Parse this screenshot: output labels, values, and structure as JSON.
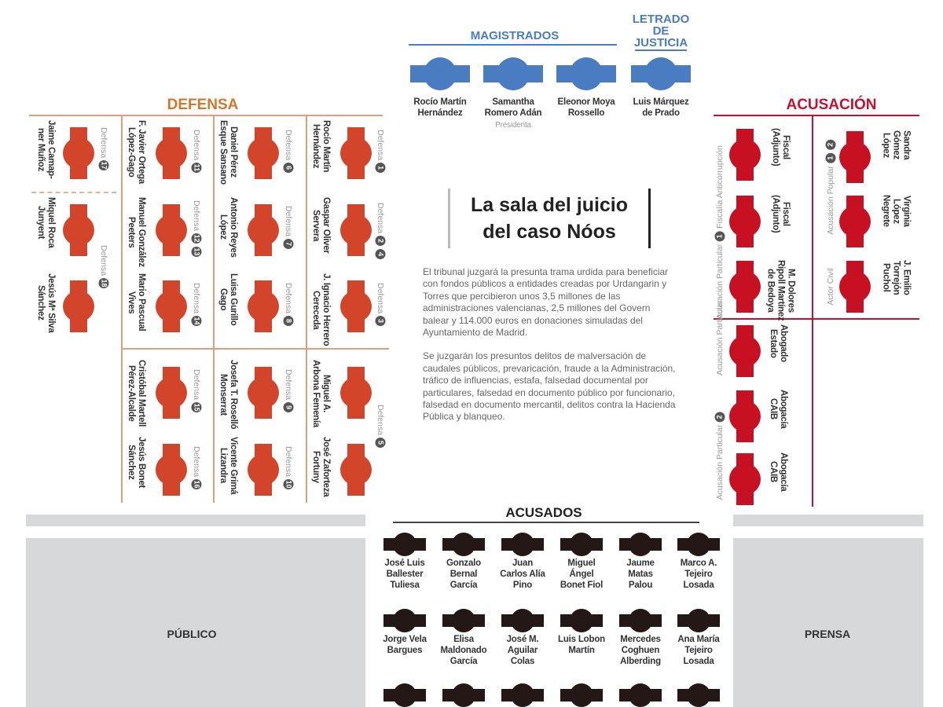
{
  "colors": {
    "defense": "#d2452b",
    "accusation": "#c81023",
    "magistrates": "#4a7cc2",
    "accused": "#231815",
    "defense_title": "#d4772c",
    "accusation_title": "#c8102e",
    "magistrates_title": "#4a7cc2"
  },
  "magistrates": {
    "title": "MAGISTRADOS",
    "letrado_title": "LETRADO\nDE\nJUSTICIA",
    "seats": [
      {
        "name": "Rocío Martín\nHernández"
      },
      {
        "name": "Samantha\nRomero Adán",
        "role": "Presidenta"
      },
      {
        "name": "Eleonor Moya\nRossello"
      },
      {
        "name": "Luis Márquez\nde Prado"
      }
    ]
  },
  "defense": {
    "title": "DEFENSA",
    "seats": [
      {
        "name": "Rocío Martín\nHernández"
      },
      {
        "name": "Gaspar Oliver\nServera"
      },
      {
        "name": "J. Ignacio Herrero\nCereceda"
      },
      {
        "name": "Miguel A.\nArbona Femenía"
      },
      {
        "name": "José Zaforteza\nFortuny"
      },
      {
        "name": "Daniel Pérez\nEsque Sansano"
      },
      {
        "name": "Antonio Reyes\nLópez"
      },
      {
        "name": "Luisa Gurillo\nGago"
      },
      {
        "name": "Josefa T. Roselló\nMonserrat"
      },
      {
        "name": "Vicente Grimá\nLizandra"
      },
      {
        "name": "F. Javier Ortega\nLópez-Gago"
      },
      {
        "name": "Manuel González\nPeeters"
      },
      {
        "name": "Mario Pascual\nVives"
      },
      {
        "name": "Cristóbal Martell\nPérez-Alcalde"
      },
      {
        "name": "Jesús Bonet\nSánchez"
      },
      {
        "name": "Jaime Camap-\nner Muñoz"
      },
      {
        "name": "Miquel Roca\nJunyent"
      },
      {
        "name": "Jesús Mª Silva\nSánchez"
      }
    ],
    "labels": [
      {
        "text": "Defensa",
        "badges": [
          "1"
        ]
      },
      {
        "text": "Defensa",
        "badges": [
          "2",
          "4"
        ]
      },
      {
        "text": "Defensa",
        "badges": [
          "3"
        ]
      },
      {
        "text": "Defensa",
        "badges": [
          "5"
        ]
      },
      {
        "text": "Defensa",
        "badges": [
          "6"
        ]
      },
      {
        "text": "Defensa",
        "badges": [
          "7"
        ]
      },
      {
        "text": "Defensa",
        "badges": [
          "8"
        ]
      },
      {
        "text": "Defensa",
        "badges": [
          "9"
        ]
      },
      {
        "text": "Defensa",
        "badges": [
          "10"
        ]
      },
      {
        "text": "Defensa",
        "badges": [
          "11"
        ]
      },
      {
        "text": "Defensa",
        "badges": [
          "12",
          "13"
        ]
      },
      {
        "text": "Defensa",
        "badges": [
          "14"
        ]
      },
      {
        "text": "Defensa",
        "badges": [
          "15"
        ]
      },
      {
        "text": "Defensa",
        "badges": [
          "16"
        ]
      },
      {
        "text": "Defensa",
        "badges": [
          "17"
        ]
      },
      {
        "text": "Defensa",
        "badges": [
          "18"
        ]
      }
    ]
  },
  "accusation": {
    "title": "ACUSACIÓN",
    "seats": [
      {
        "name": "Fiscal\n(Adjunto)"
      },
      {
        "name": "Fiscal\n(Adjunto)"
      },
      {
        "name": "M. Dolores\nRipoll Martínez\nde Bedoya"
      },
      {
        "name": "Abogado\nEstado"
      },
      {
        "name": "Abogacía\nCAIB"
      },
      {
        "name": "Abogacía\nCAIB"
      },
      {
        "name": "Sandra\nGómez\nLópez"
      },
      {
        "name": "Virginia\nLópez\nNegrete"
      },
      {
        "name": "J. Emilio\nTorrejón\nPuchol"
      }
    ],
    "labels": [
      {
        "text": "Fiscalía Anticorrupción",
        "badges": []
      },
      {
        "text": "Acusación Particular",
        "badges": [
          "1"
        ]
      },
      {
        "text": "Acusación Particular",
        "badges": []
      },
      {
        "text": "Acusación Particular",
        "badges": [
          "2"
        ]
      },
      {
        "text": "Acusación Popular",
        "badges": [
          "1",
          "2"
        ]
      },
      {
        "text": "Actor Civil",
        "badges": []
      }
    ]
  },
  "center": {
    "title_line1": "La sala del juicio",
    "title_line2": "del caso Nóos",
    "paragraph1": "El tribunal juzgará la presunta trama urdida para beneficiar con fondos públicos a entidades creadas por Urdangarin y Torres que percibieron unos 3,5 millones de las administraciones valencianas, 2,5 millones del Govern balear y 114.000 euros en donaciones simuladas del Ayuntamiento de Madrid.",
    "paragraph2": "Se juzgarán los presuntos delitos de malversación de caudales públicos, prevaricación, fraude a la Administración, tráfico de influencias, estafa, falsedad documental por particulares, falsedad en documento público por funcionario, falsedad en documento mercantil, delitos contra la Hacienda Pública y blanqueo."
  },
  "accused": {
    "title": "ACUSADOS",
    "seats": [
      {
        "name": "José Luis\nBallester\nTuliesa"
      },
      {
        "name": "Gonzalo\nBernal\nGarcía"
      },
      {
        "name": "Juan\nCarlos Alía\nPino"
      },
      {
        "name": "Miguel\nÁngel\nBonet Fiol"
      },
      {
        "name": "Jaume\nMatas\nPalou"
      },
      {
        "name": "Marco A.\nTejeiro\nLosada"
      },
      {
        "name": "Jorge Vela\nBargues"
      },
      {
        "name": "Elisa\nMaldonado\nGarcía"
      },
      {
        "name": "José M.\nAguilar\nColas"
      },
      {
        "name": "Luis Lobon\nMartín"
      },
      {
        "name": "Mercedes\nCoghuen\nAlberding"
      },
      {
        "name": "Ana María\nTejeiro\nLosada"
      },
      {
        "name": ""
      },
      {
        "name": ""
      },
      {
        "name": ""
      },
      {
        "name": ""
      },
      {
        "name": ""
      },
      {
        "name": ""
      }
    ]
  },
  "areas": {
    "public": "PÚBLICO",
    "press": "PRENSA"
  }
}
